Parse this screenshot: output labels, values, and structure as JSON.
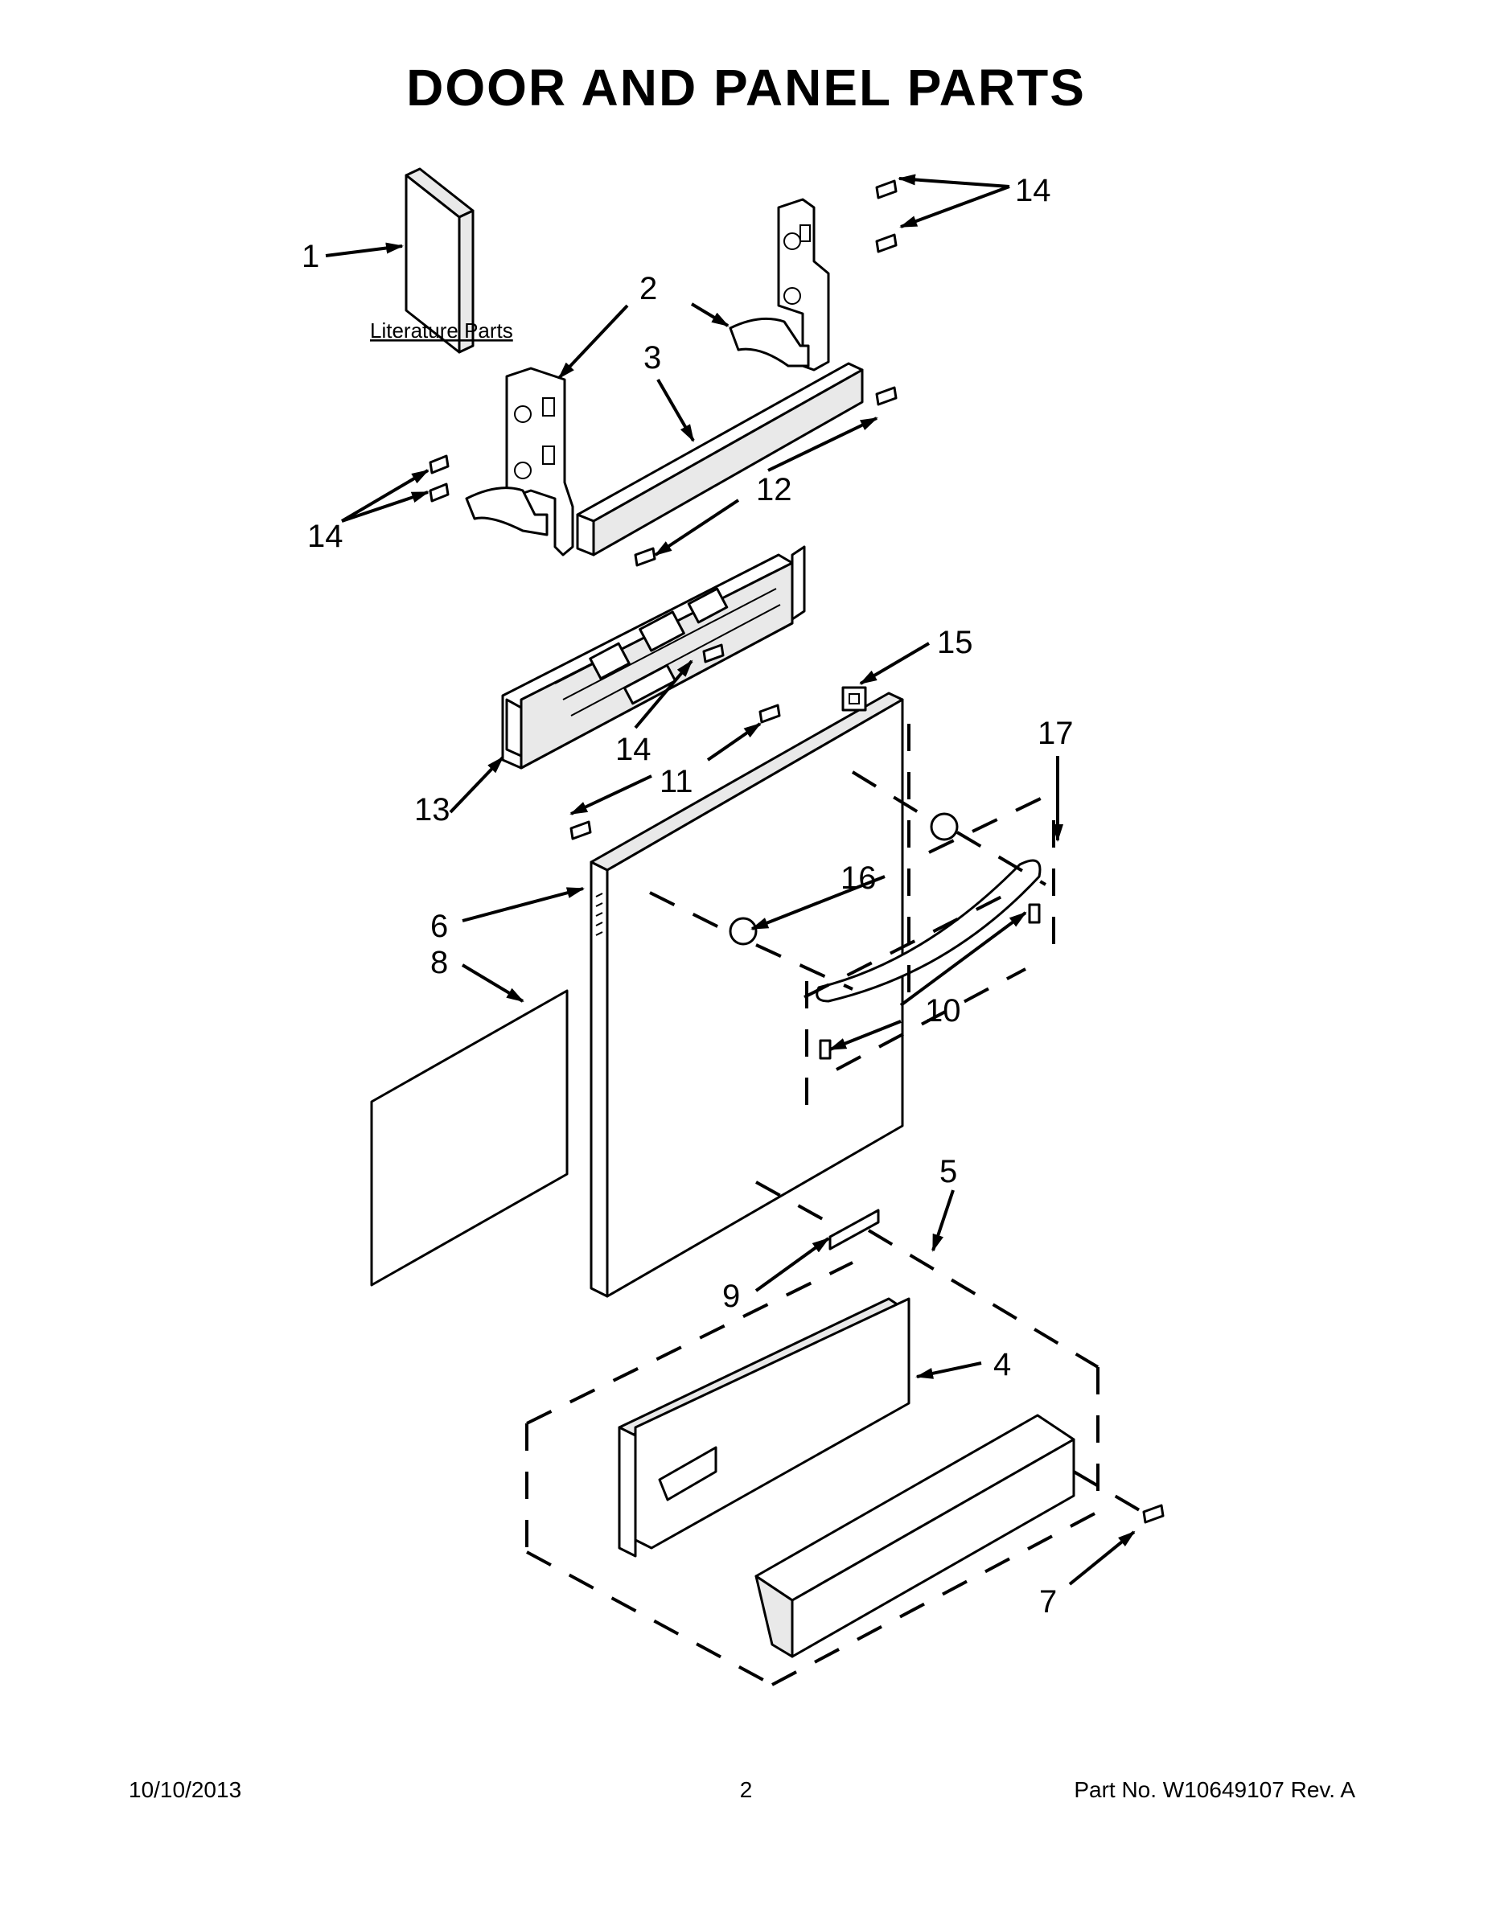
{
  "title": "DOOR AND PANEL PARTS",
  "literature_label": "Literature Parts",
  "callouts": {
    "c1": "1",
    "c2": "2",
    "c3": "3",
    "c4": "4",
    "c5": "5",
    "c6": "6",
    "c7": "7",
    "c8": "8",
    "c9": "9",
    "c10": "10",
    "c11": "11",
    "c12": "12",
    "c13": "13",
    "c14a": "14",
    "c14b": "14",
    "c14c": "14",
    "c15": "15",
    "c16": "16",
    "c17": "17"
  },
  "footer": {
    "date": "10/10/2013",
    "page": "2",
    "part": "Part No.  W10649107  Rev.  A"
  }
}
